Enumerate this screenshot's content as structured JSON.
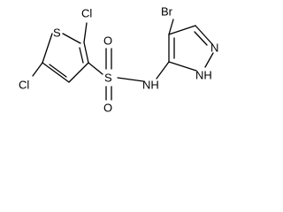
{
  "molecule": {
    "atom_labels": {
      "sulfur_ring": "S",
      "chlorine_top": "Cl",
      "chlorine_bottom": "Cl",
      "sulfonyl_sulfur": "S",
      "oxygen_top": "O",
      "oxygen_bottom": "O",
      "amine_nitrogen": "NH",
      "bromine": "Br",
      "pyrazole_nitrogen": "N",
      "pyrazole_nh": "NH"
    },
    "colors": {
      "bond": "#000000",
      "label": "#000000",
      "background": "#ffffff"
    }
  }
}
